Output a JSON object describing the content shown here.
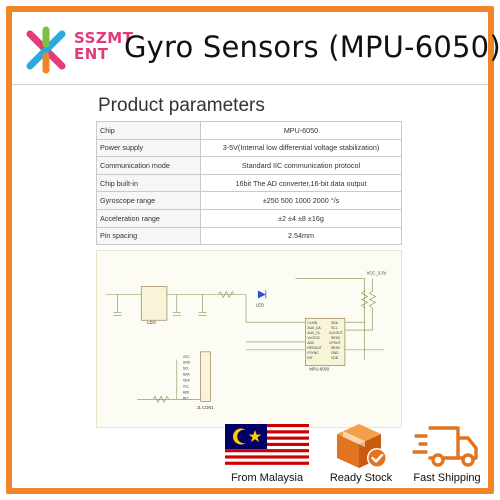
{
  "brand": {
    "line1": "SSZMT",
    "line2": "ENT"
  },
  "title": "Gyro Sensors (MPU-6050)",
  "params": {
    "heading": "Product parameters",
    "rows": [
      {
        "key": "Chip",
        "value": "MPU-6050"
      },
      {
        "key": "Power supply",
        "value": "3-5V(Internal low differential voltage stabilization)"
      },
      {
        "key": "Communication mode",
        "value": "Standard IIC communication protocol"
      },
      {
        "key": "Chip built-in",
        "value": "16bit The AD converter,16-bit data output"
      },
      {
        "key": "Gyroscope range",
        "value": "±250 500 1000 2000 °/s"
      },
      {
        "key": "Acceleration range",
        "value": "±2 ±4 ±8 ±16g"
      },
      {
        "key": "Pin spacing",
        "value": "2.54mm"
      }
    ]
  },
  "schematic": {
    "regulator": "LDO",
    "chip_label": "MPU-6050",
    "header_label": "J1 CON1",
    "led_label": "LED",
    "vcc_label": "VCC_3.3V",
    "pins_left": [
      "CLKIN",
      "AUX_DA",
      "AUX_CL",
      "VLOGIC",
      "AD0",
      "REGOUT",
      "FSYNC",
      "INT"
    ],
    "pins_right": [
      "SDA",
      "SCL",
      "CLKOUT",
      "RESV",
      "CPOUT",
      "RESV",
      "GND",
      "VDD"
    ],
    "header_pins": [
      "VCC",
      "GND",
      "SCL",
      "SDA",
      "XDA",
      "XCL",
      "AD0",
      "INT"
    ]
  },
  "badges": [
    {
      "label": "From Malaysia",
      "icon": "malaysia-flag-icon"
    },
    {
      "label": "Ready Stock",
      "icon": "box-check-icon"
    },
    {
      "label": "Fast Shipping",
      "icon": "truck-icon"
    }
  ],
  "colors": {
    "accent": "#f0852a",
    "brand_pink": "#e23a7a",
    "brand_green": "#7ac143",
    "brand_blue": "#2aa8e0"
  }
}
